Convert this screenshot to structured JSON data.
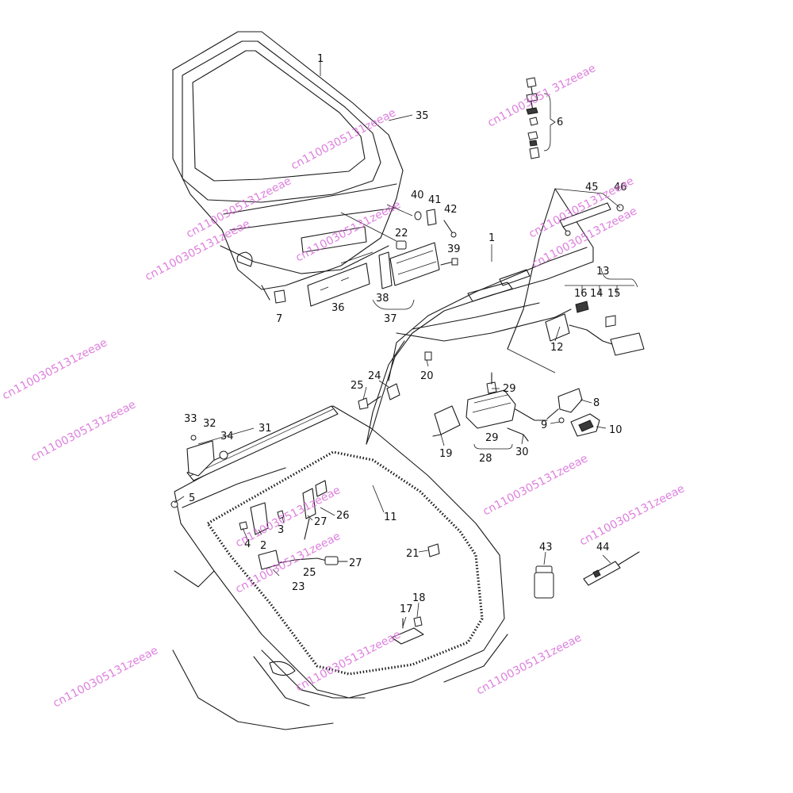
{
  "callouts": [
    {
      "id": "c1a",
      "text": "1"
    },
    {
      "id": "c35",
      "text": "35"
    },
    {
      "id": "c6",
      "text": "6"
    },
    {
      "id": "c40",
      "text": "40"
    },
    {
      "id": "c41",
      "text": "41"
    },
    {
      "id": "c42",
      "text": "42"
    },
    {
      "id": "c22",
      "text": "22"
    },
    {
      "id": "c39",
      "text": "39"
    },
    {
      "id": "c38",
      "text": "38"
    },
    {
      "id": "c37",
      "text": "37"
    },
    {
      "id": "c36",
      "text": "36"
    },
    {
      "id": "c7",
      "text": "7"
    },
    {
      "id": "c45",
      "text": "45"
    },
    {
      "id": "c46",
      "text": "46"
    },
    {
      "id": "c1b",
      "text": "1"
    },
    {
      "id": "c13",
      "text": "13"
    },
    {
      "id": "c16",
      "text": "16"
    },
    {
      "id": "c14",
      "text": "14"
    },
    {
      "id": "c15",
      "text": "15"
    },
    {
      "id": "c12",
      "text": "12"
    },
    {
      "id": "c20",
      "text": "20"
    },
    {
      "id": "c24",
      "text": "24"
    },
    {
      "id": "c25a",
      "text": "25"
    },
    {
      "id": "c29a",
      "text": "29"
    },
    {
      "id": "c8",
      "text": "8"
    },
    {
      "id": "c9",
      "text": "9"
    },
    {
      "id": "c10",
      "text": "10"
    },
    {
      "id": "c19",
      "text": "19"
    },
    {
      "id": "c29b",
      "text": "29"
    },
    {
      "id": "c28",
      "text": "28"
    },
    {
      "id": "c30",
      "text": "30"
    },
    {
      "id": "c33",
      "text": "33"
    },
    {
      "id": "c32",
      "text": "32"
    },
    {
      "id": "c34",
      "text": "34"
    },
    {
      "id": "c31",
      "text": "31"
    },
    {
      "id": "c5",
      "text": "5"
    },
    {
      "id": "c26",
      "text": "26"
    },
    {
      "id": "c27a",
      "text": "27"
    },
    {
      "id": "c11",
      "text": "11"
    },
    {
      "id": "c3",
      "text": "3"
    },
    {
      "id": "c4",
      "text": "4"
    },
    {
      "id": "c2",
      "text": "2"
    },
    {
      "id": "c21",
      "text": "21"
    },
    {
      "id": "c25b",
      "text": "25"
    },
    {
      "id": "c27b",
      "text": "27"
    },
    {
      "id": "c23",
      "text": "23"
    },
    {
      "id": "c17",
      "text": "17"
    },
    {
      "id": "c18",
      "text": "18"
    },
    {
      "id": "c43",
      "text": "43"
    },
    {
      "id": "c44",
      "text": "44"
    }
  ],
  "watermarks": [
    {
      "id": "w1",
      "text": "cn11003051 31zeeae"
    },
    {
      "id": "w2",
      "text": "cn1100305131zeeae"
    },
    {
      "id": "w3",
      "text": "cn1100305131zeeae"
    },
    {
      "id": "w4",
      "text": "cn1100305131zeeae"
    },
    {
      "id": "w5",
      "text": "cn1100305131zeeae"
    },
    {
      "id": "w6",
      "text": "cn1100305131zeeae"
    },
    {
      "id": "w7",
      "text": "cn1100305131zeeae"
    },
    {
      "id": "w8",
      "text": "cn1100305131zeeae"
    },
    {
      "id": "w9",
      "text": "cn1100305131zeeae"
    },
    {
      "id": "w10",
      "text": "cn1100305131zeeae"
    },
    {
      "id": "w11",
      "text": "cn1100305131zeeae"
    },
    {
      "id": "w12",
      "text": "cn1100305131zeeae"
    },
    {
      "id": "w13",
      "text": "cn1100305131zeeae"
    },
    {
      "id": "w14",
      "text": "cn1100305131zeeae"
    },
    {
      "id": "w15",
      "text": "cn1100305131zeeae"
    },
    {
      "id": "w16",
      "text": "cn1100305131zeeae"
    }
  ]
}
